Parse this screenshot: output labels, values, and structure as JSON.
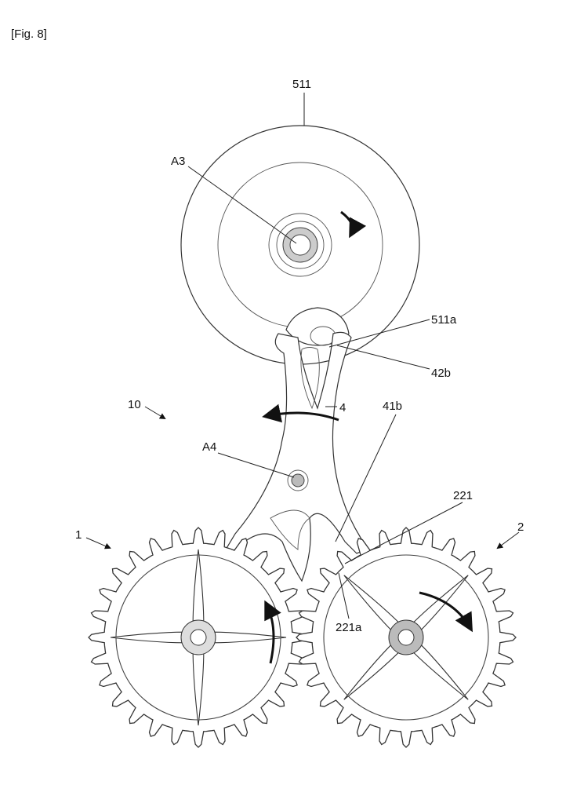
{
  "figure_label": "[Fig. 8]",
  "labels": {
    "balance": "511",
    "axis_a3": "A3",
    "pin": "511a",
    "fork_surface": "42b",
    "mechanism": "10",
    "lever": "4",
    "axis_a4": "A4",
    "lever_surface": "41b",
    "wheel_2_arm": "221",
    "wheel_1": "1",
    "wheel_2": "2",
    "arm_surface": "221a"
  },
  "colors": {
    "line": "#333333",
    "background": "#ffffff"
  }
}
